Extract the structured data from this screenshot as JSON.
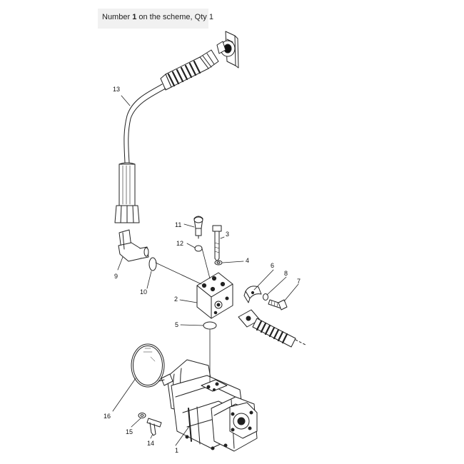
{
  "caption": {
    "prefix": "Number ",
    "number": "1",
    "middle": " on the scheme, Qty ",
    "qty": "1"
  },
  "callouts": {
    "c1": "1",
    "c2": "2",
    "c3": "3",
    "c4": "4",
    "c5": "5",
    "c6": "6",
    "c7": "7",
    "c8": "8",
    "c9": "9",
    "c10": "10",
    "c11": "11",
    "c12": "12",
    "c13": "13",
    "c14": "14",
    "c15": "15",
    "c16": "16"
  }
}
